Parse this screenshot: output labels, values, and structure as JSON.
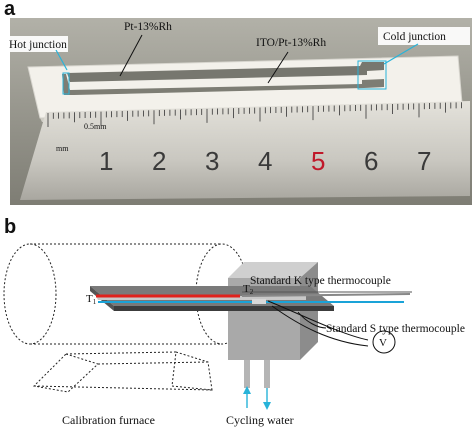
{
  "panel_a": {
    "letter": "a",
    "labels": {
      "hot_junction": "Hot junction",
      "pt_rh": "Pt-13%Rh",
      "ito_pt_rh": "ITO/Pt-13%Rh",
      "cold_junction": "Cold junction"
    },
    "ruler": {
      "numbers": [
        "1",
        "2",
        "3",
        "4",
        "5",
        "6",
        "7"
      ],
      "unit_small": "0.5mm",
      "unit": "mm"
    }
  },
  "panel_b": {
    "letter": "b",
    "labels": {
      "t1": "T",
      "t1_sub": "1",
      "t2": "T",
      "t2_sub": "2",
      "k_type": "Standard K type thermocouple",
      "s_type": "Standard S type thermocouple",
      "voltmeter": "V",
      "furnace": "Calibration furnace",
      "water": "Cycling  water"
    }
  },
  "colors": {
    "photo_bg": "#8f8f86",
    "ceramic": "#f2f0ea",
    "ruler": "#c9c7c0",
    "film": "#6e6e66",
    "red_line": "#e0221c",
    "blue_line": "#1aa3d8",
    "cyan_arrow": "#27b3d9"
  }
}
